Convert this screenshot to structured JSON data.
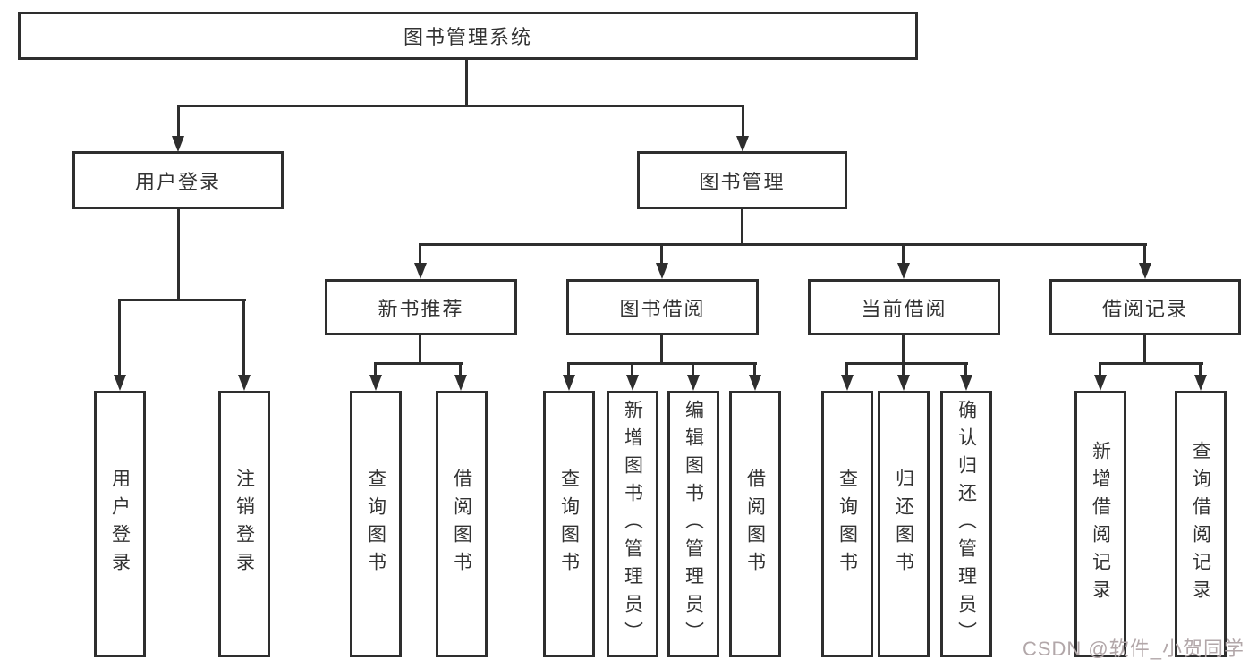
{
  "diagram_title": "图书管理系统",
  "tree": {
    "label": "图书管理系统",
    "children": [
      {
        "label": "用户登录",
        "children": [
          {
            "label": "用户登录"
          },
          {
            "label": "注销登录"
          }
        ]
      },
      {
        "label": "图书管理",
        "children": [
          {
            "label": "新书推荐",
            "children": [
              {
                "label": "查询图书"
              },
              {
                "label": "借阅图书"
              }
            ]
          },
          {
            "label": "图书借阅",
            "children": [
              {
                "label": "查询图书"
              },
              {
                "label": "新增图书（管理员）"
              },
              {
                "label": "编辑图书（管理员）"
              },
              {
                "label": "借阅图书"
              }
            ]
          },
          {
            "label": "当前借阅",
            "children": [
              {
                "label": "查询图书"
              },
              {
                "label": "归还图书"
              },
              {
                "label": "确认归还（管理员）"
              }
            ]
          },
          {
            "label": "借阅记录",
            "children": [
              {
                "label": "新增借阅记录"
              },
              {
                "label": "查询借阅记录"
              }
            ]
          }
        ]
      }
    ]
  },
  "watermark": {
    "text": "CSDN @软件_小贺同学"
  },
  "colors": {
    "line": "#2e2e2e",
    "text": "#333333",
    "background": "#ffffff",
    "watermark": "#b2a7a9"
  }
}
